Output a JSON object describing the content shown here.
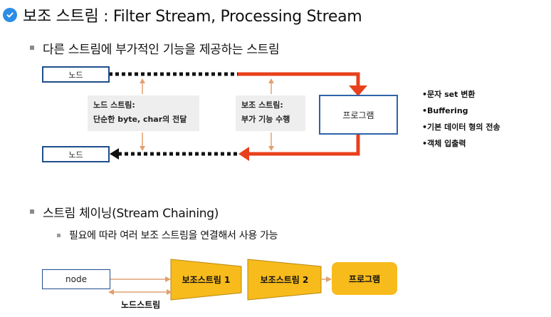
{
  "title": "보조 스트림 : Filter Stream, Processing Stream",
  "bullet1": "다른 스트림에 부가적인 기능을 제공하는 스트림",
  "diagram1": {
    "node_top": "노드",
    "node_bottom": "노드",
    "program": "프로그램",
    "node_stream_title": "노드 스트림:",
    "node_stream_desc": "단순한 byte, char의 전달",
    "aux_stream_title": "보조 스트림:",
    "aux_stream_desc": "부가 기능 수행"
  },
  "features": [
    "•문자 set 변환",
    "•Buffering",
    "•기본 데이터 형의 전송",
    "•객체 입출력"
  ],
  "bullet2": "스트림 체이닝(Stream Chaining)",
  "bullet2_sub": "필요에 따라 여러 보조 스트림을 연결해서 사용 가능",
  "diagram2": {
    "node": "node",
    "aux1": "보조스트림 1",
    "aux2": "보조스트림 2",
    "program": "프로그램",
    "node_stream": "노드스트림"
  },
  "colors": {
    "accent_blue": "#2b8de6",
    "arrow_red": "#e8401c",
    "tan": "#e0a070",
    "gold": "#f7bb1c"
  }
}
